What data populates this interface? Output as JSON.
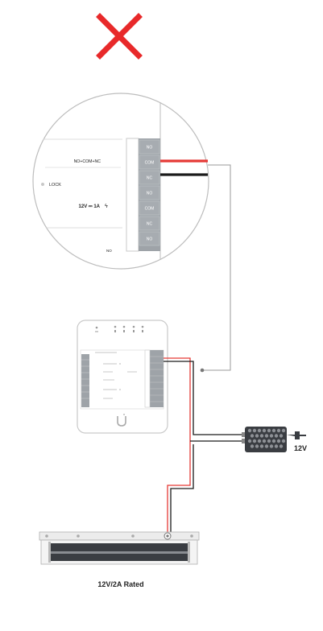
{
  "status": {
    "icon": "red-x-icon",
    "color": "#e8292a"
  },
  "zoom_panel": {
    "terminals": [
      "NO",
      "COM",
      "NC",
      "NO",
      "COM",
      "NC",
      "NO"
    ],
    "side_labels": {
      "upper": "NO+COM+NC",
      "lock": "LOCK",
      "power": "12V ⎓ 1A",
      "bottom": "NO"
    }
  },
  "controller": {
    "logo_icon": "u-logo-icon"
  },
  "power_supply": {
    "label": "12V",
    "icon": "power-adapter-icon"
  },
  "maglock": {
    "label": "12V/2A Rated",
    "icon": "magnetic-lock-icon"
  },
  "colors": {
    "wire_red": "#e53935",
    "wire_black": "#1a1a1a",
    "leader_gray": "#9a9a9a",
    "terminal_block": "#9ea3a8",
    "outline": "#c9c9c9"
  }
}
